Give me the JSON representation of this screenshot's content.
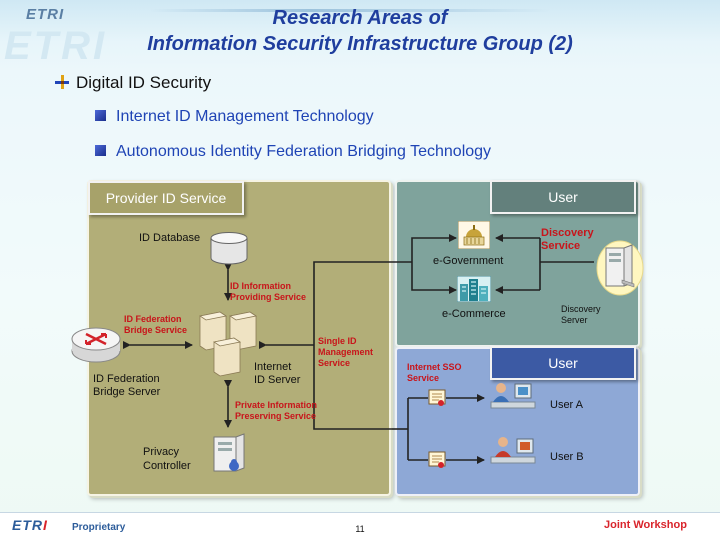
{
  "header": {
    "logo": "ETRI",
    "title_line1": "Research Areas of",
    "title_line2": "Information Security Infrastructure Group (2)"
  },
  "bullets": {
    "main": "Digital ID Security",
    "sub": [
      "Internet ID Management Technology",
      "Autonomous Identity Federation Bridging Technology"
    ]
  },
  "diagram": {
    "tab_provider": "Provider ID Service",
    "tab_user_top": "User",
    "tab_user_bottom": "User",
    "id_database": "ID Database",
    "id_info_service": "ID Information\nProviding Service",
    "id_federation_bridge_service": "ID Federation\nBridge Service",
    "id_federation_bridge_server": "ID Federation\nBridge Server",
    "internet_id_server": "Internet\nID Server",
    "private_info_service": "Private Information\nPreserving Service",
    "privacy_controller": "Privacy\nController",
    "single_id_service": "Single ID\nManagement\nService",
    "e_government": "e-Government",
    "e_commerce": "e-Commerce",
    "discovery_service": "Discovery\nService",
    "discovery_server": "Discovery\nServer",
    "internet_sso_service": "Internet SSO\nService",
    "user_a": "User A",
    "user_b": "User B"
  },
  "footer": {
    "logo_main": "ETR",
    "logo_i": "I",
    "proprietary": "Proprietary",
    "page": "11",
    "event": "Joint Workshop"
  },
  "colors": {
    "title": "#1f3e9e",
    "panel_left": "#b2ae78",
    "panel_right_top": "#7fa39c",
    "panel_right_bottom": "#8ea8d6",
    "tab_user_bottom": "#3c5aa4",
    "red_label": "#c8151b"
  }
}
